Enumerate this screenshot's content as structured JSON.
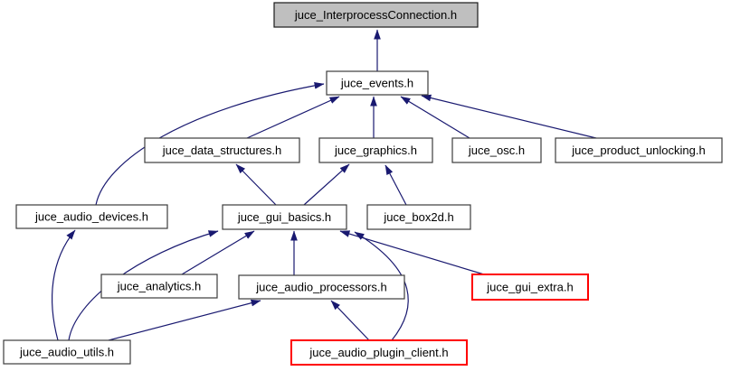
{
  "diagram": {
    "kind": "include-dependency-graph",
    "colors": {
      "background": "#ffffff",
      "edge": "#191970",
      "node_fill": "#ffffff",
      "node_border": "#3c3c3c",
      "current_node_fill": "#bfbfbf",
      "highlight_border": "#ff0000",
      "text": "#000000"
    },
    "nodes": [
      {
        "label": "juce_InterprocessConnection.h",
        "style": "current"
      },
      {
        "label": "juce_events.h",
        "style": "normal"
      },
      {
        "label": "juce_data_structures.h",
        "style": "normal"
      },
      {
        "label": "juce_graphics.h",
        "style": "normal"
      },
      {
        "label": "juce_osc.h",
        "style": "normal"
      },
      {
        "label": "juce_product_unlocking.h",
        "style": "normal"
      },
      {
        "label": "juce_audio_devices.h",
        "style": "normal"
      },
      {
        "label": "juce_gui_basics.h",
        "style": "normal"
      },
      {
        "label": "juce_box2d.h",
        "style": "normal"
      },
      {
        "label": "juce_analytics.h",
        "style": "normal"
      },
      {
        "label": "juce_audio_processors.h",
        "style": "normal"
      },
      {
        "label": "juce_gui_extra.h",
        "style": "highlight"
      },
      {
        "label": "juce_audio_utils.h",
        "style": "normal"
      },
      {
        "label": "juce_audio_plugin_client.h",
        "style": "highlight"
      }
    ],
    "edges": [
      {
        "from": "juce_events.h",
        "to": "juce_InterprocessConnection.h"
      },
      {
        "from": "juce_data_structures.h",
        "to": "juce_events.h"
      },
      {
        "from": "juce_graphics.h",
        "to": "juce_events.h"
      },
      {
        "from": "juce_osc.h",
        "to": "juce_events.h"
      },
      {
        "from": "juce_product_unlocking.h",
        "to": "juce_events.h"
      },
      {
        "from": "juce_audio_devices.h",
        "to": "juce_events.h"
      },
      {
        "from": "juce_gui_basics.h",
        "to": "juce_data_structures.h"
      },
      {
        "from": "juce_gui_basics.h",
        "to": "juce_graphics.h"
      },
      {
        "from": "juce_box2d.h",
        "to": "juce_graphics.h"
      },
      {
        "from": "juce_analytics.h",
        "to": "juce_gui_basics.h"
      },
      {
        "from": "juce_audio_processors.h",
        "to": "juce_gui_basics.h"
      },
      {
        "from": "juce_gui_extra.h",
        "to": "juce_gui_basics.h"
      },
      {
        "from": "juce_audio_plugin_client.h",
        "to": "juce_gui_basics.h"
      },
      {
        "from": "juce_audio_utils.h",
        "to": "juce_audio_devices.h"
      },
      {
        "from": "juce_audio_utils.h",
        "to": "juce_gui_basics.h"
      },
      {
        "from": "juce_audio_utils.h",
        "to": "juce_audio_processors.h"
      },
      {
        "from": "juce_audio_plugin_client.h",
        "to": "juce_audio_processors.h"
      }
    ]
  }
}
